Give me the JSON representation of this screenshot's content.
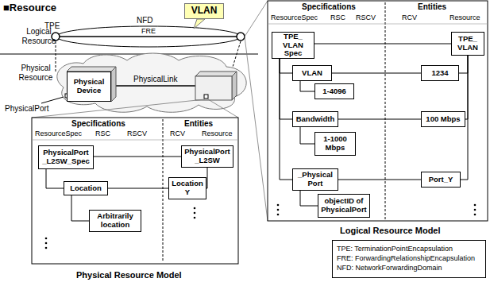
{
  "diagram": {
    "nodes": [
      {
        "text": [
          "VLAN"
        ]
      },
      {
        "text": [
          "Physical Device"
        ]
      },
      {
        "text": [
          "TPE_ VLAN Spec"
        ]
      },
      {
        "text": [
          "VLAN"
        ]
      },
      {
        "text": [
          "1-4096"
        ]
      },
      {
        "text": [
          "Bandwidth"
        ]
      },
      {
        "text": [
          "1-1000 Mbps"
        ]
      },
      {
        "text": [
          "_Physical Port"
        ]
      },
      {
        "text": [
          "objectID of PhysicalPort"
        ]
      },
      {
        "text": [
          "TPE_ VLAN"
        ]
      },
      {
        "text": [
          "1234"
        ]
      },
      {
        "text": [
          "100 Mbps"
        ]
      },
      {
        "text": [
          "Port_Y"
        ]
      },
      {
        "text": [
          "PhysicalPort _L2SW_Spec"
        ]
      },
      {
        "text": [
          "Location"
        ]
      },
      {
        "text": [
          "Arbitrarily location"
        ]
      },
      {
        "text": [
          "PhysicalPort _L2SW"
        ]
      },
      {
        "text": [
          "Location Y"
        ]
      },
      {
        "text": [
          "TPE: TerminationPointEncapsulation",
          "FRE: ForwardingRelationshipEncapsulation",
          "NFD: NetworkForwardingDomain"
        ]
      }
    ],
    "edges": [
      {
        "from": 2,
        "to": 3,
        "arrow": "none"
      },
      {
        "from": 2,
        "to": 5,
        "arrow": "none"
      },
      {
        "from": 2,
        "to": 7,
        "arrow": "none"
      },
      {
        "from": 3,
        "to": 4,
        "arrow": "none"
      },
      {
        "from": 5,
        "to": 6,
        "arrow": "none"
      },
      {
        "from": 7,
        "to": 8,
        "arrow": "none"
      },
      {
        "from": 2,
        "to": 9,
        "arrow": "none"
      },
      {
        "from": 3,
        "to": 10,
        "arrow": "none"
      },
      {
        "from": 5,
        "to": 11,
        "arrow": "none"
      },
      {
        "from": 7,
        "to": 12,
        "arrow": "none"
      },
      {
        "from": 9,
        "to": 10,
        "arrow": "none"
      },
      {
        "from": 9,
        "to": 11,
        "arrow": "none"
      },
      {
        "from": 9,
        "to": 12,
        "arrow": "none"
      },
      {
        "from": 13,
        "to": 14,
        "arrow": "none"
      },
      {
        "from": 14,
        "to": 15,
        "arrow": "none"
      },
      {
        "from": 13,
        "to": 16,
        "arrow": "none"
      },
      {
        "from": 16,
        "to": 17,
        "arrow": "none"
      },
      {
        "from": 14,
        "to": 17,
        "arrow": "none"
      }
    ],
    "labels": [
      "■Resource",
      "Logical Resource",
      "TPE",
      "NFD",
      "FRE",
      "Physical Resource",
      "PhysicalLink",
      "PhysicalPort",
      "Specifications",
      "Entities",
      "ResourceSpec",
      "RSC",
      "RSCV",
      "RCV",
      "Resource",
      "Physical Resource Model",
      "Specifications",
      "Entities",
      "ResourceSpec",
      "RSC",
      "RSCV",
      "RCV",
      "Resource",
      "Logical Resource Model"
    ]
  }
}
